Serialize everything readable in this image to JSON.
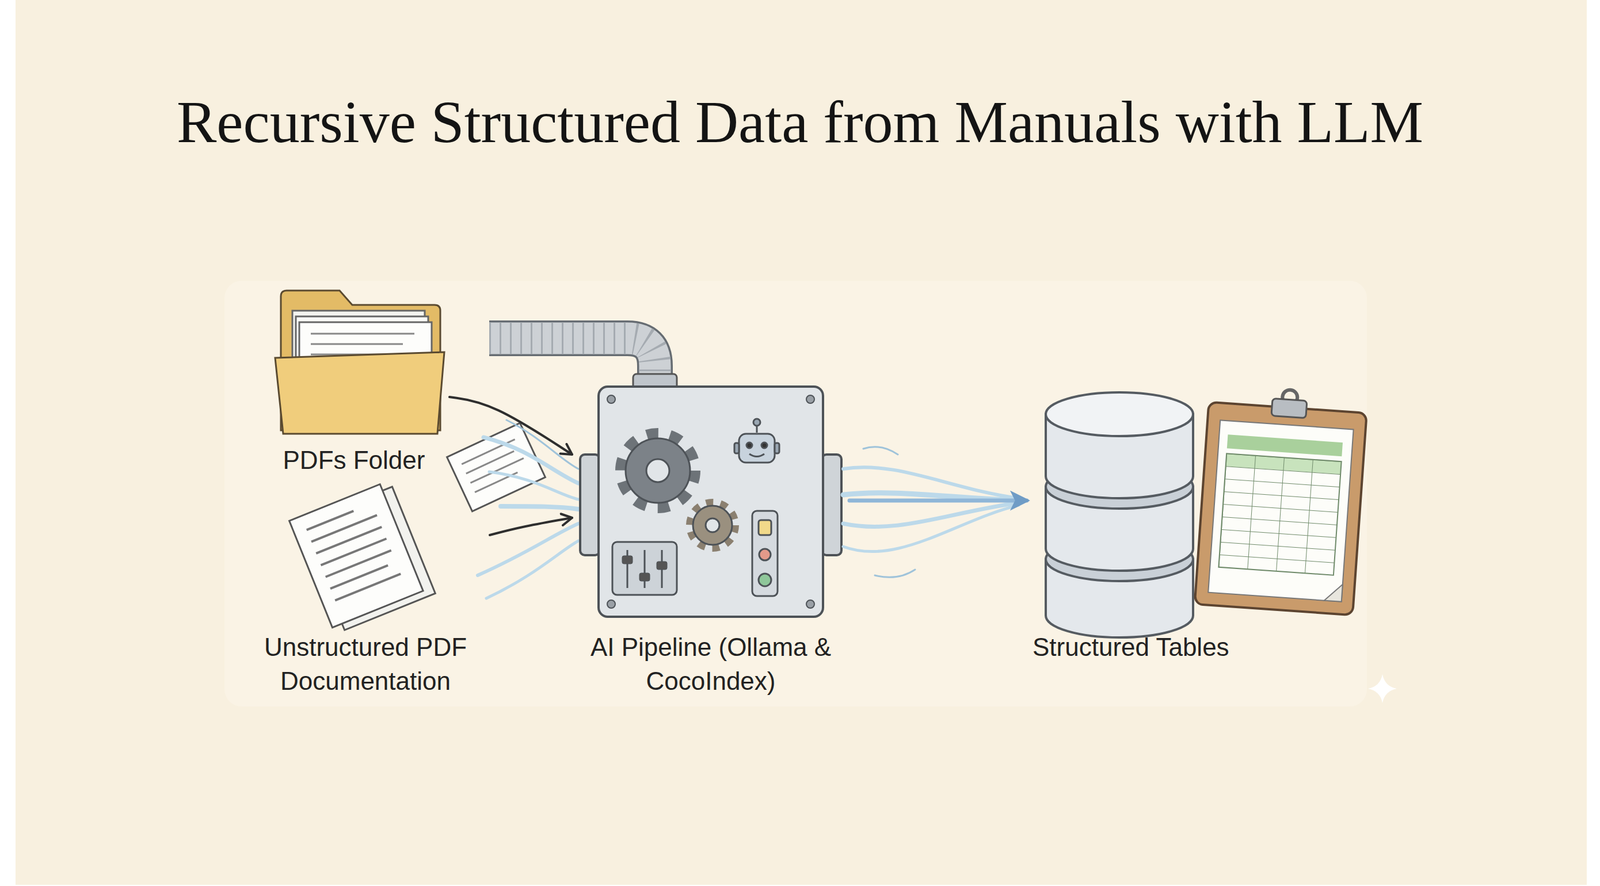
{
  "diagram": {
    "title": "Recursive Structured Data from Manuals with LLM",
    "nodes": [
      {
        "text": [
          "PDFs Folder"
        ]
      },
      {
        "text": [
          "Unstructured PDF Documentation"
        ]
      },
      {
        "text": [
          "AI Pipeline (Ollama & CocoIndex)"
        ]
      },
      {
        "text": [
          "Structured Tables"
        ]
      }
    ],
    "edges": [
      {
        "from": 0,
        "to": 2,
        "arrow": "to"
      },
      {
        "from": 1,
        "to": 2,
        "arrow": "to"
      },
      {
        "from": 2,
        "to": 3,
        "arrow": "to"
      }
    ]
  }
}
